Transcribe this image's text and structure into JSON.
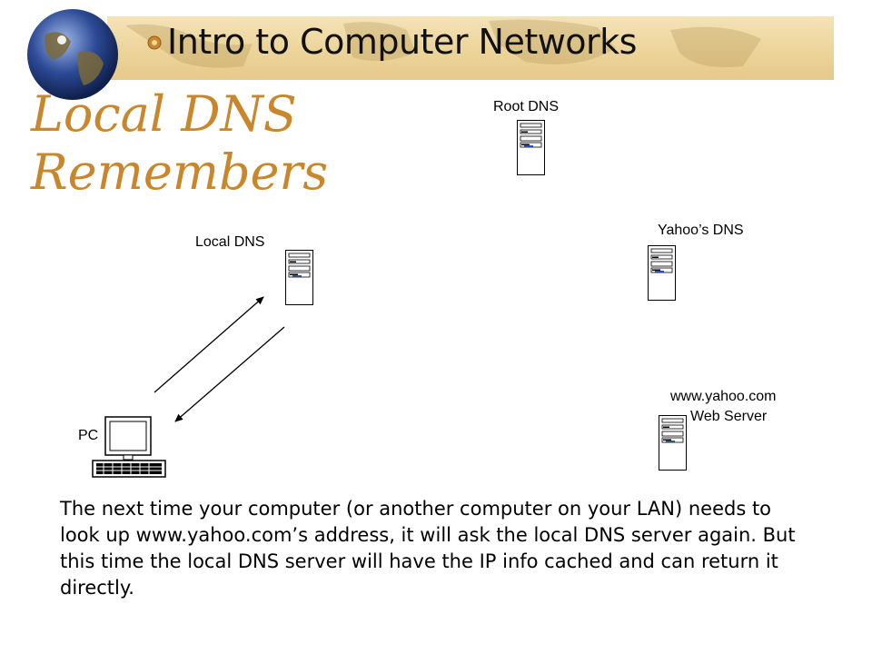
{
  "header": {
    "title": "Intro to Computer Networks"
  },
  "slide": {
    "title_line1": "Local DNS",
    "title_line2": "Remembers"
  },
  "diagram": {
    "root_dns": "Root DNS",
    "local_dns": "Local DNS",
    "yahoo_dns": "Yahoo’s DNS",
    "web_server_line1": "www.yahoo.com",
    "web_server_line2": "Web Server",
    "pc": "PC"
  },
  "body": {
    "text": "The next time your computer (or another computer on your LAN) needs to look up www.yahoo.com’s address, it will ask the local DNS server again.  But this time the local DNS server will have the IP info cached and can return it directly."
  },
  "colors": {
    "title": "#c9862b",
    "banner": "#ecd49a"
  }
}
